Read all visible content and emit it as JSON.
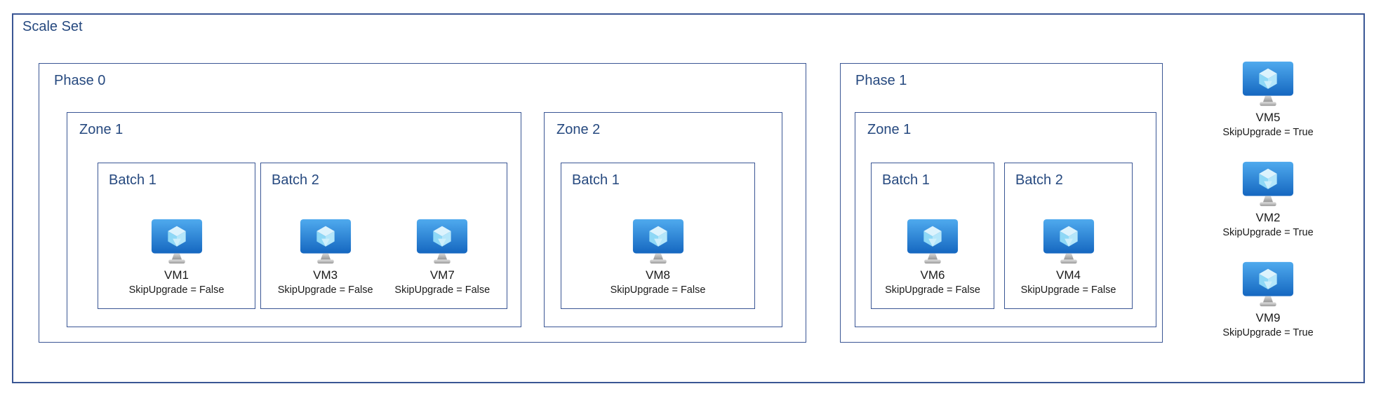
{
  "diagram": {
    "title": "Scale Set",
    "icon_name": "azure-virtual-machine-icon",
    "colors": {
      "box_border": "#3a5694",
      "box_label_text": "#26497f",
      "vm_label_text": "#1a1a1a",
      "monitor_gradient_top": "#4faaee",
      "monitor_gradient_bottom": "#1567c0",
      "cube_light": "#dcf3fd",
      "cube_mid": "#b4e6fa",
      "cube_dark": "#8ed8f6",
      "stand_gray": "#9a9a9a"
    },
    "phases": [
      {
        "label": "Phase 0",
        "zones": [
          {
            "label": "Zone 1",
            "batches": [
              {
                "label": "Batch 1",
                "vms": [
                  {
                    "name": "VM1",
                    "status": "SkipUpgrade = False"
                  }
                ]
              },
              {
                "label": "Batch 2",
                "vms": [
                  {
                    "name": "VM3",
                    "status": "SkipUpgrade = False"
                  },
                  {
                    "name": "VM7",
                    "status": "SkipUpgrade = False"
                  }
                ]
              }
            ]
          },
          {
            "label": "Zone 2",
            "batches": [
              {
                "label": "Batch 1",
                "vms": [
                  {
                    "name": "VM8",
                    "status": "SkipUpgrade = False"
                  }
                ]
              }
            ]
          }
        ]
      },
      {
        "label": "Phase 1",
        "zones": [
          {
            "label": "Zone 1",
            "batches": [
              {
                "label": "Batch 1",
                "vms": [
                  {
                    "name": "VM6",
                    "status": "SkipUpgrade = False"
                  }
                ]
              },
              {
                "label": "Batch 2",
                "vms": [
                  {
                    "name": "VM4",
                    "status": "SkipUpgrade = False"
                  }
                ]
              }
            ]
          }
        ]
      }
    ],
    "standalone_vms": [
      {
        "name": "VM5",
        "status": "SkipUpgrade = True"
      },
      {
        "name": "VM2",
        "status": "SkipUpgrade = True"
      },
      {
        "name": "VM9",
        "status": "SkipUpgrade = True"
      }
    ]
  }
}
